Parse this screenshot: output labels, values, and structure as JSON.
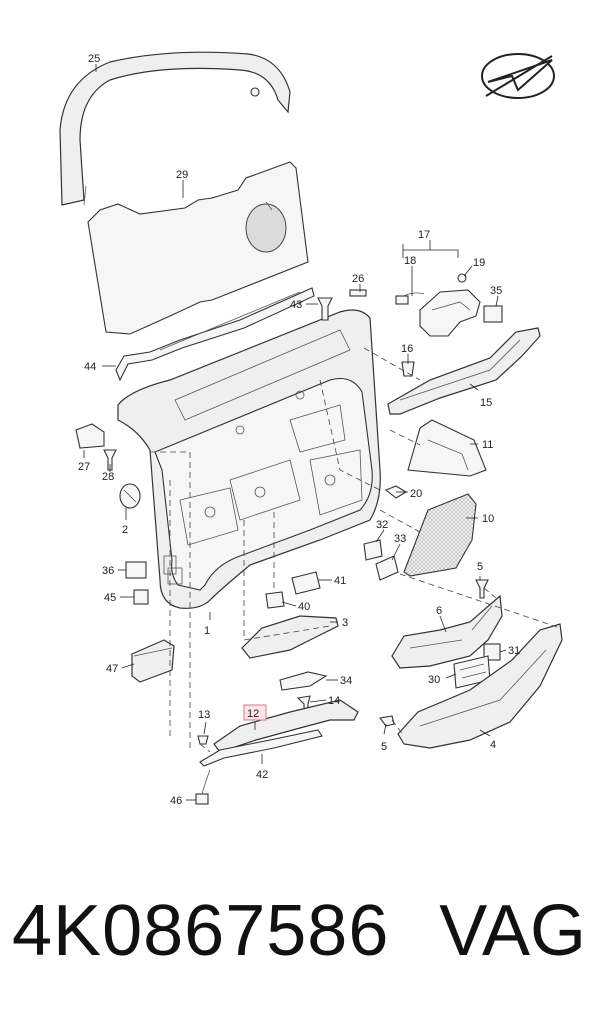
{
  "diagram": {
    "callouts": [
      "1",
      "2",
      "3",
      "4",
      "5",
      "5",
      "6",
      "10",
      "11",
      "12",
      "13",
      "14",
      "15",
      "16",
      "17",
      "18",
      "19",
      "20",
      "25",
      "26",
      "27",
      "28",
      "29",
      "30",
      "31",
      "32",
      "33",
      "34",
      "35",
      "36",
      "40",
      "41",
      "42",
      "43",
      "44",
      "45",
      "46",
      "47"
    ],
    "highlighted_callout": "12",
    "highlight_color": "#d77a8a",
    "logo_icon": "paper-plane-crossed-circle-icon"
  },
  "caption": {
    "part_number": "4K0867586",
    "brand": "VAG"
  }
}
